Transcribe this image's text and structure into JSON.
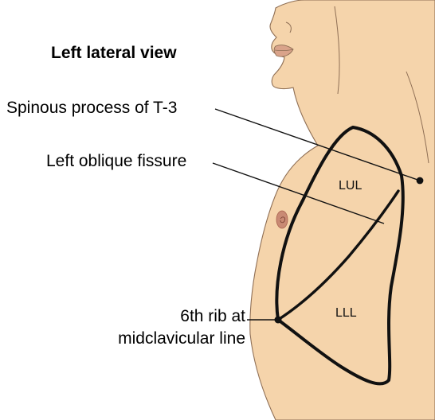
{
  "diagram": {
    "title": "Left lateral view",
    "labels": {
      "spinous_process": "Spinous process of T-3",
      "oblique_fissure": "Left oblique fissure",
      "rib_line1": "6th rib at",
      "rib_line2": "midclavicular line"
    },
    "lobes": {
      "upper": "LUL",
      "lower": "LLL"
    }
  },
  "colors": {
    "skin": "#f5d4ab",
    "outline": "#1a1a1a",
    "nipple": "#c98a74",
    "nipple_dark": "#a8614e"
  }
}
